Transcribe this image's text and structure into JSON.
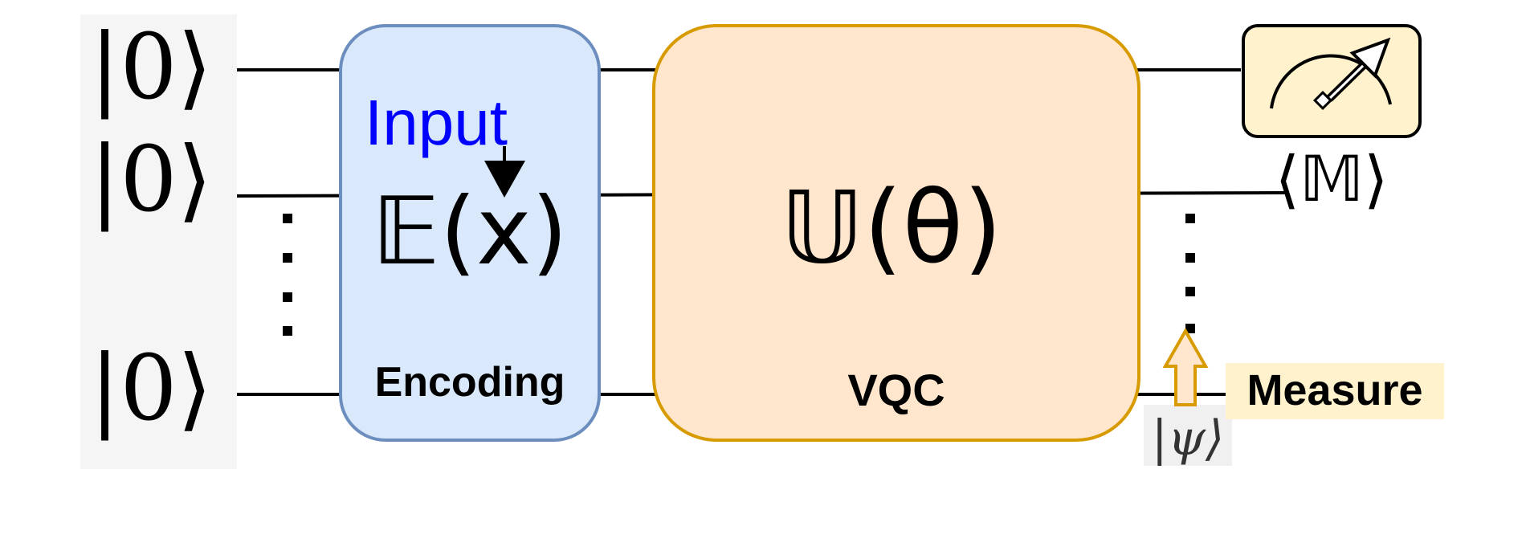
{
  "qubits": [
    {
      "state": "|0⟩"
    },
    {
      "state": "|0⟩"
    },
    {
      "state": "|0⟩"
    }
  ],
  "encoding": {
    "input_label": "Input",
    "formula": "𝔼(x)",
    "label": "Encoding"
  },
  "vqc": {
    "formula": "𝕌(θ)",
    "label": "VQC"
  },
  "measurement": {
    "expectation": "⟨𝕄⟩",
    "state": "|ψ⟩",
    "label": "Measure"
  },
  "colors": {
    "encoding_fill": "#dae8fc",
    "encoding_stroke": "#6c8ebf",
    "vqc_fill": "#ffe6cc",
    "vqc_stroke": "#d79b00",
    "meter_fill": "#fff2cc",
    "measure_label_bg": "#fff2cc",
    "input_text": "#0000ff",
    "qubit_panel": "#f5f5f5"
  }
}
